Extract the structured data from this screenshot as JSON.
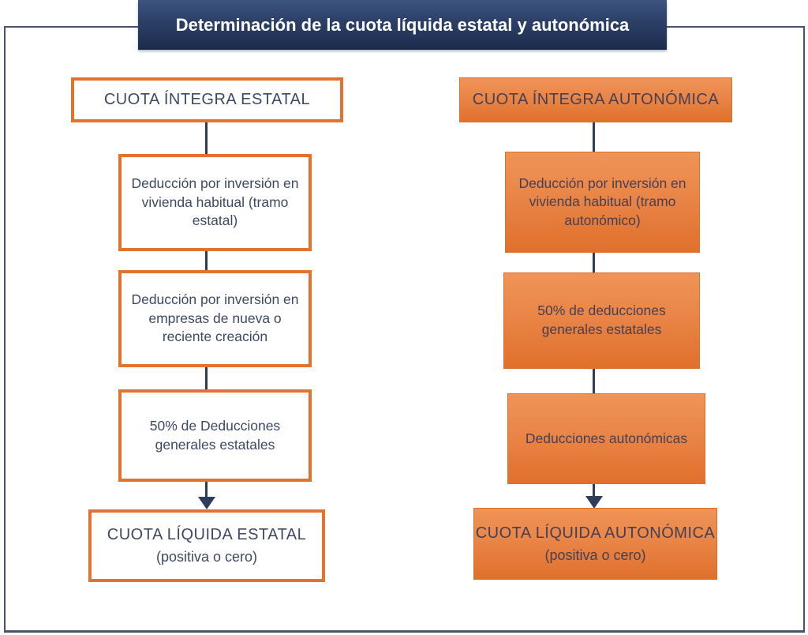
{
  "header": {
    "title": "Determinación de la cuota líquida estatal y autonómica"
  },
  "left_column": {
    "boxes": [
      {
        "text": "CUOTA ÍNTEGRA ESTATAL"
      },
      {
        "text": "Deducción por inversión en vivienda habitual (tramo estatal)"
      },
      {
        "text": "Deducción por inversión en empresas de nueva o reciente creación"
      },
      {
        "text": "50% de Deducciones generales estatales"
      }
    ],
    "result": {
      "title": "CUOTA LÍQUIDA ESTATAL",
      "subtitle": "(positiva o cero)"
    }
  },
  "right_column": {
    "boxes": [
      {
        "text": "CUOTA ÍNTEGRA AUTONÓMICA"
      },
      {
        "text": "Deducción por inversión en vivienda habitual  (tramo autonómico)"
      },
      {
        "text": "50% de deducciones generales estatales"
      },
      {
        "text": "Deducciones autonómicas"
      }
    ],
    "result": {
      "title": "CUOTA LÍQUIDA AUTONÓMICA",
      "subtitle": "(positiva o cero)"
    }
  },
  "colors": {
    "navy_title": "#2d4168",
    "frame_border": "#45546e",
    "orange_border": "#e2732e",
    "orange_fill_top": "#ef9457",
    "orange_fill_bottom": "#e0702c",
    "connector": "#2e3d5b",
    "text_navy": "#3d4964",
    "title_text": "#ffffff"
  }
}
